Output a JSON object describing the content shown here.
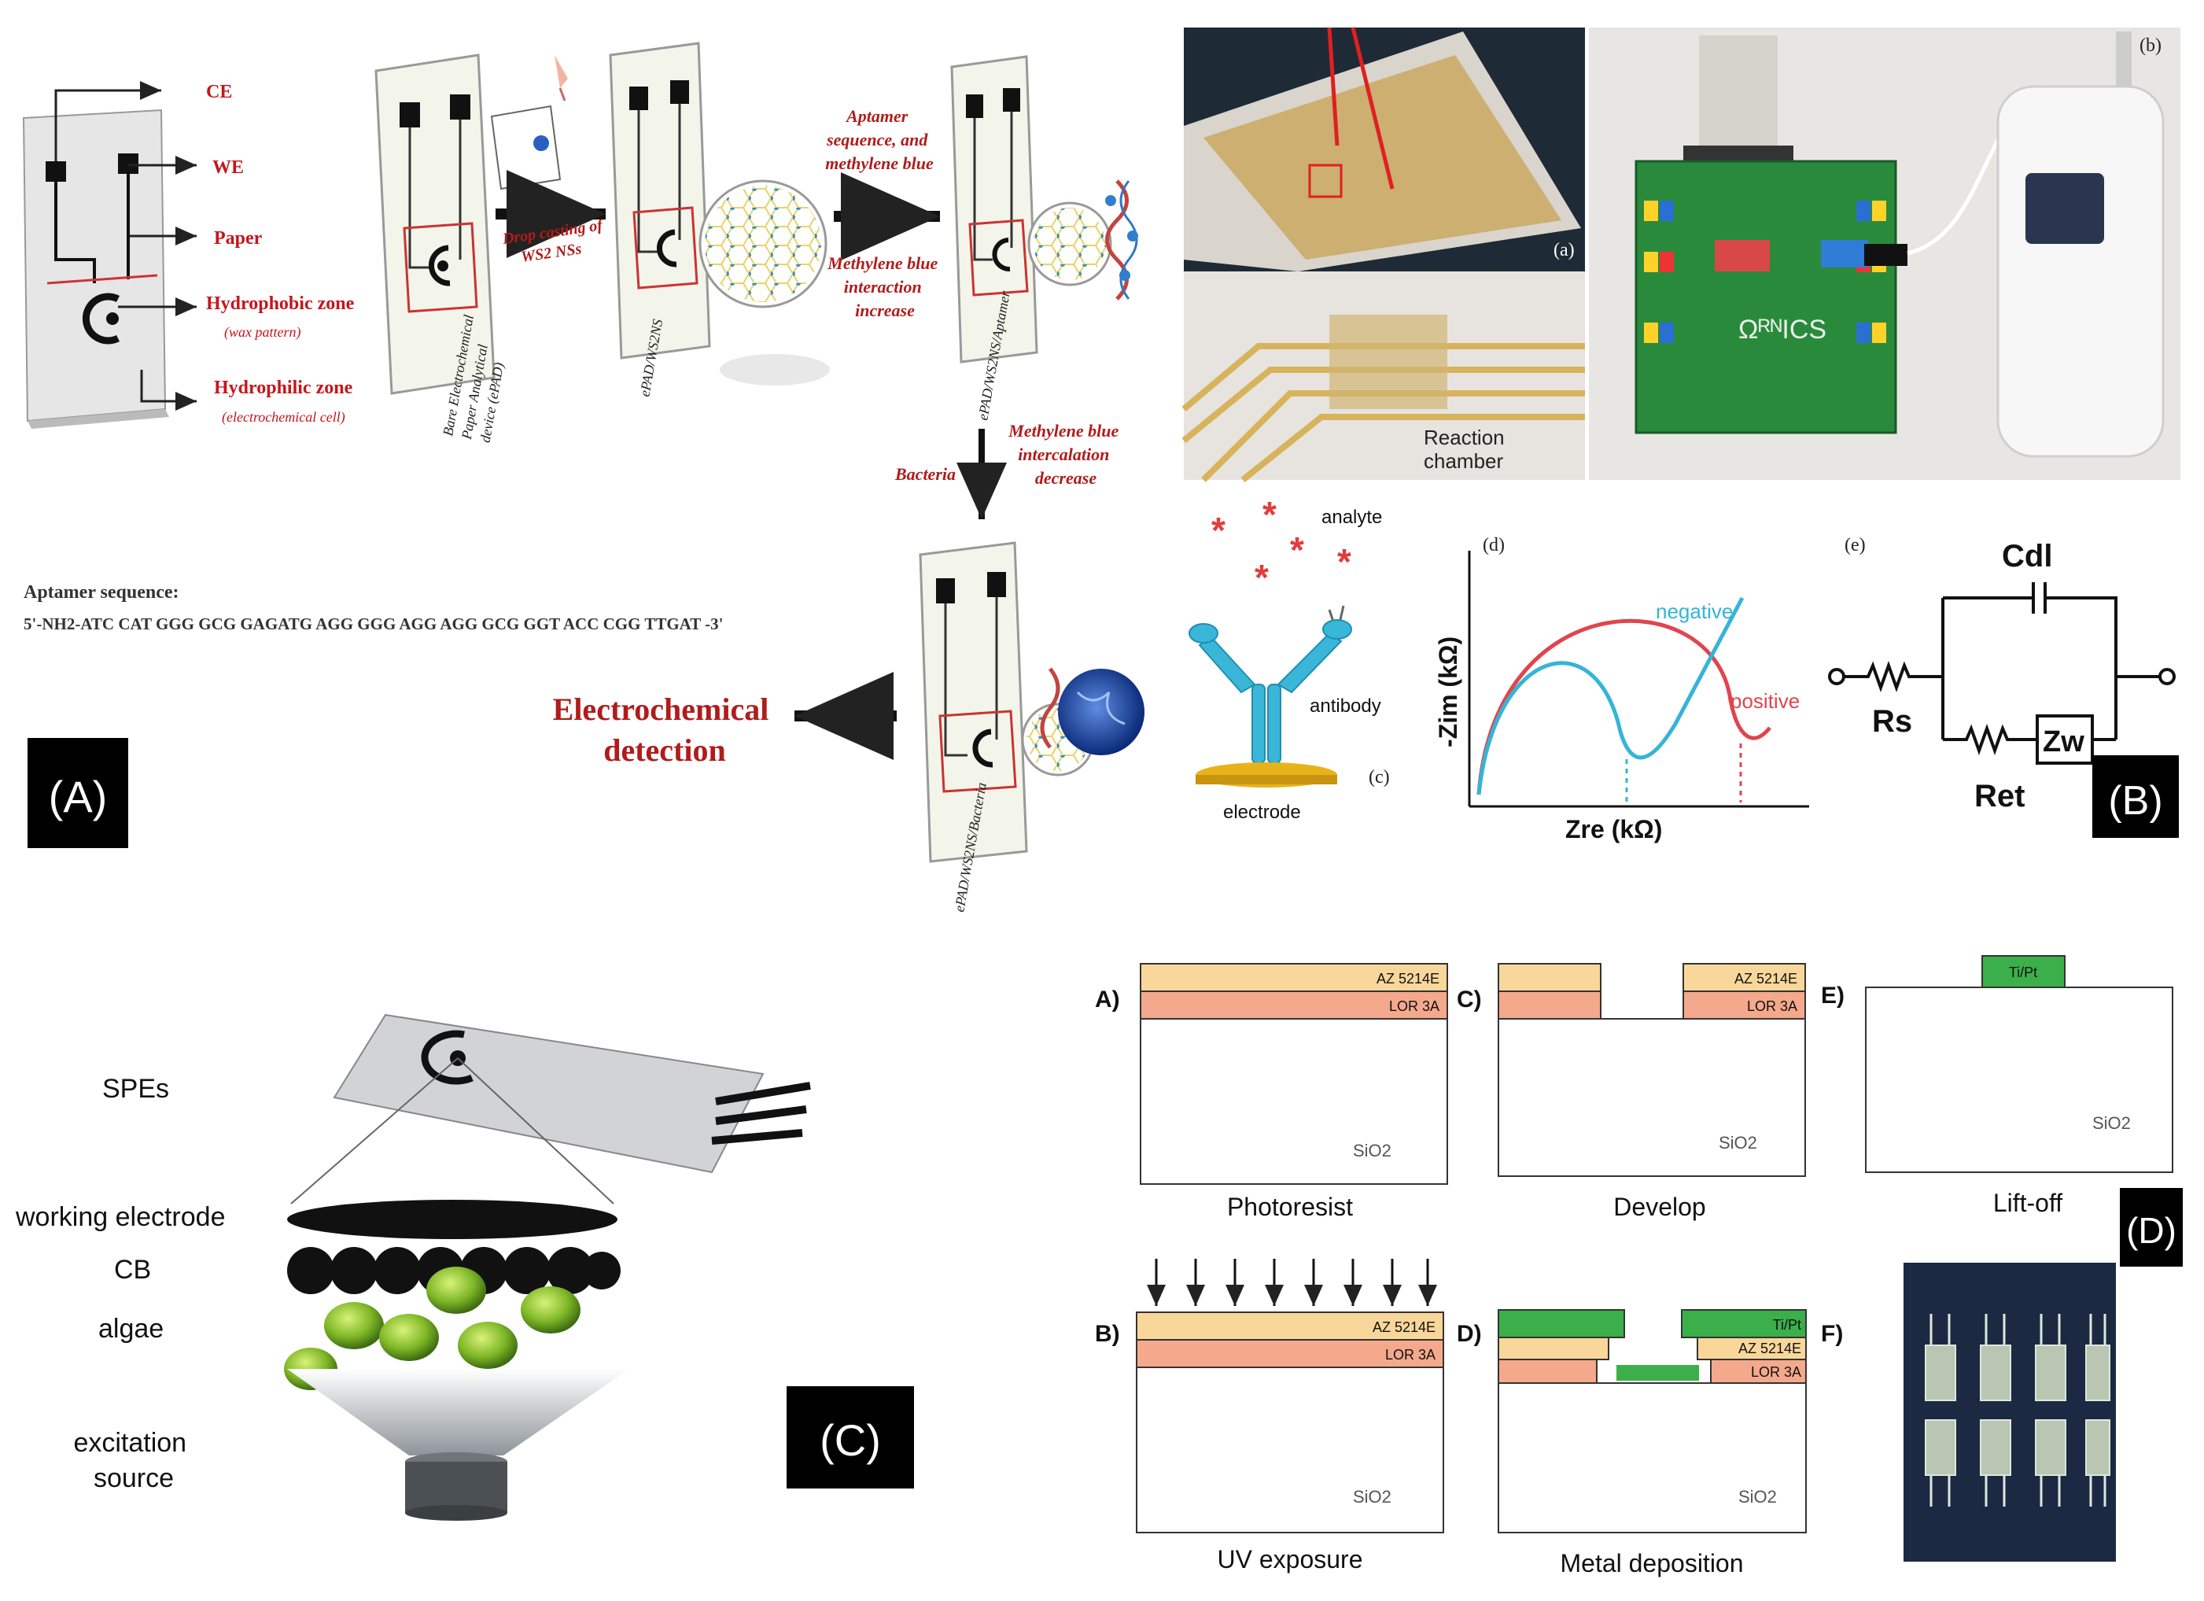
{
  "panelA": {
    "panel_label": "(A)",
    "device_labels": {
      "ce": "CE",
      "we": "WE",
      "paper": "Paper",
      "hydrophobic": "Hydrophobic zone",
      "hydrophobic_sub": "(wax pattern)",
      "hydrophilic": "Hydrophilic zone",
      "hydrophilic_sub": "(electrochemical cell)"
    },
    "bare_device": [
      "Bare Electrochemical",
      "Paper Analytical",
      "device (ePAD)"
    ],
    "drop_casting": [
      "Drop casting of",
      "WS2 NSs"
    ],
    "epad_ws2": "ePAD/WS2NS",
    "aptamer_step": [
      "Aptamer",
      "sequence, and",
      "methylene blue"
    ],
    "mb_increase": [
      "Methylene blue",
      "interaction",
      "increase"
    ],
    "epad_aptamer": "ePAD/WS2NS/Aptamer",
    "bacteria": "Bacteria",
    "mb_decrease": [
      "Methylene blue",
      "intercalation",
      "decrease"
    ],
    "epad_bacteria": "ePAD/WS2NS/Bacteria",
    "aptamer_title": "Aptamer sequence:",
    "aptamer_seq": "5'-NH2-ATC CAT GGG GCG GAGATG AGG GGG AGG AGG GCG GGT ACC CGG TTGAT -3'",
    "detection": [
      "Electrochemical",
      "detection"
    ]
  },
  "panelB": {
    "panel_label": "(B)",
    "sub_a": "(a)",
    "sub_b": "(b)",
    "sub_c": "(c)",
    "sub_d": "(d)",
    "sub_e": "(e)",
    "reaction_chamber": [
      "Reaction",
      "chamber"
    ],
    "board_text": "ΩᴿᴺICS",
    "analyte": "analyte",
    "antibody": "antibody",
    "electrode": "electrode",
    "ylabel": "-Zim (kΩ)",
    "xlabel": "Zre (kΩ)",
    "negative": "negative",
    "positive": "positive",
    "cdl": "Cdl",
    "rs": "Rs",
    "ret": "Ret",
    "zw": "Zw",
    "negative_color": "#34b5d6",
    "positive_color": "#e0454e"
  },
  "panelC": {
    "panel_label": "(C)",
    "spes": "SPEs",
    "working_electrode": "working electrode",
    "cb": "CB",
    "algae": "algae",
    "excitation": [
      "excitation",
      "source"
    ]
  },
  "panelD": {
    "panel_label": "(D)",
    "steps": [
      {
        "letter": "A)",
        "caption": "Photoresist"
      },
      {
        "letter": "C)",
        "caption": "Develop"
      },
      {
        "letter": "E)",
        "caption": "Lift-off"
      },
      {
        "letter": "B)",
        "caption": "UV exposure"
      },
      {
        "letter": "D)",
        "caption": "Metal deposition"
      },
      {
        "letter": "F)",
        "caption": ""
      }
    ],
    "az": "AZ 5214E",
    "az_alt": "AZ 5214E",
    "lor": "LOR 3A",
    "tipt": "Ti/Pt",
    "sio2": "SiO2",
    "photoresist_color": "#f9d79a",
    "lor_color": "#f4a98c",
    "metal_color": "#3bb04a"
  }
}
